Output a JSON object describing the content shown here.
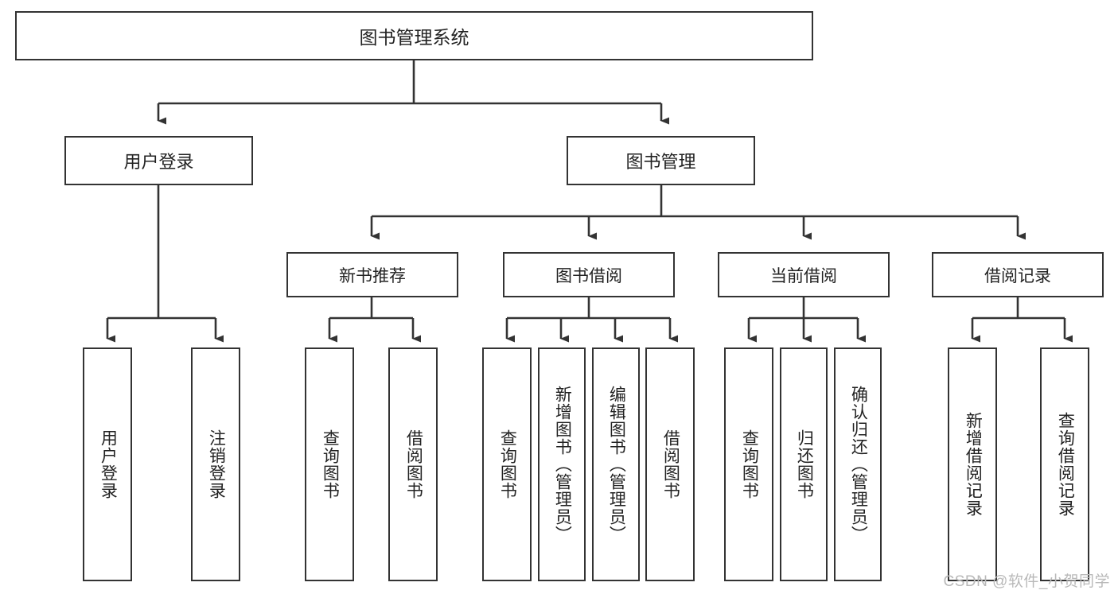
{
  "diagram": {
    "title": "图书管理系统",
    "type": "tree-hierarchy",
    "orientation": "top-down",
    "colors": {
      "stroke": "#333333",
      "fill": "#ffffff",
      "text": "#222222",
      "watermark": "#b9b9b9"
    },
    "watermark": "CSDN @软件_小贺同学",
    "nodes": {
      "root": {
        "label": "图书管理系统"
      },
      "level1": [
        {
          "id": "user-login",
          "label": "用户登录"
        },
        {
          "id": "book-management",
          "label": "图书管理"
        }
      ],
      "level2": [
        {
          "id": "new-book-recommend",
          "label": "新书推荐"
        },
        {
          "id": "book-borrow",
          "label": "图书借阅"
        },
        {
          "id": "current-borrow",
          "label": "当前借阅"
        },
        {
          "id": "borrow-record",
          "label": "借阅记录"
        }
      ],
      "leaves": {
        "user-login": [
          {
            "id": "leaf-user-login",
            "label": "用户登录"
          },
          {
            "id": "leaf-logout-login",
            "label": "注销登录"
          }
        ],
        "new-book-recommend": [
          {
            "id": "leaf-query-book-1",
            "label": "查询图书"
          },
          {
            "id": "leaf-borrow-book-1",
            "label": "借阅图书"
          }
        ],
        "book-borrow": [
          {
            "id": "leaf-query-book-2",
            "label": "查询图书"
          },
          {
            "id": "leaf-add-book",
            "label": "新增图书（管理员）"
          },
          {
            "id": "leaf-edit-book",
            "label": "编辑图书（管理员）"
          },
          {
            "id": "leaf-borrow-book-2",
            "label": "借阅图书"
          }
        ],
        "current-borrow": [
          {
            "id": "leaf-query-book-3",
            "label": "查询图书"
          },
          {
            "id": "leaf-return-book",
            "label": "归还图书"
          },
          {
            "id": "leaf-confirm-return",
            "label": "确认归还（管理员）"
          }
        ],
        "borrow-record": [
          {
            "id": "leaf-add-record",
            "label": "新增借阅记录"
          },
          {
            "id": "leaf-query-record",
            "label": "查询借阅记录"
          }
        ]
      }
    }
  }
}
